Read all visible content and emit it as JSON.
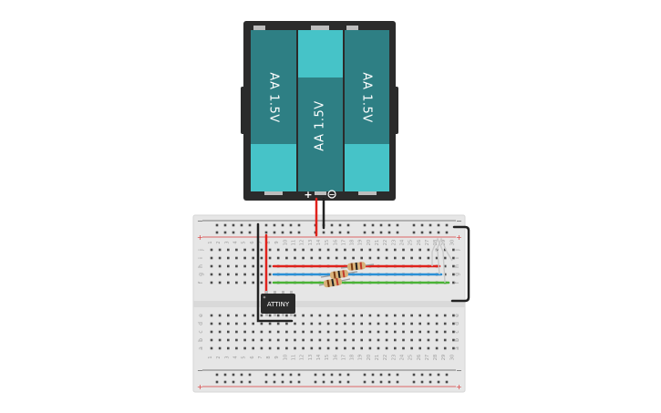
{
  "battery_pack": {
    "cells": [
      {
        "label": "AA 1.5V",
        "orientation": "up"
      },
      {
        "label": "AA 1.5V",
        "orientation": "down"
      },
      {
        "label": "AA 1.5V",
        "orientation": "up"
      }
    ],
    "positive_terminal": "+",
    "negative_terminal": "−",
    "colors": {
      "frame": "#2b2b2b",
      "cell_dark": "#2e7f84",
      "cell_light": "#46c3c8"
    }
  },
  "breadboard": {
    "column_numbers": [
      "1",
      "2",
      "3",
      "4",
      "5",
      "6",
      "7",
      "8",
      "9",
      "10",
      "11",
      "12",
      "13",
      "14",
      "15",
      "16",
      "17",
      "18",
      "19",
      "20",
      "21",
      "22",
      "23",
      "24",
      "25",
      "26",
      "27",
      "28",
      "29",
      "30"
    ],
    "row_letters_top": [
      "j",
      "i",
      "h",
      "g",
      "f"
    ],
    "row_letters_bottom": [
      "e",
      "d",
      "c",
      "b",
      "a"
    ],
    "rail_minus": "−",
    "rail_plus": "+",
    "colors": {
      "board": "#e6e6e6",
      "hole": "#4a4a4a",
      "rail_red": "#d93a3a",
      "rail_dark": "#555555"
    }
  },
  "chip": {
    "label": "ATTINY",
    "color": "#2a2a2a"
  },
  "wires": {
    "red": "#e0221c",
    "blue": "#2a8fd6",
    "green": "#4ab336",
    "black": "#222222"
  },
  "resistors": {
    "count": 3,
    "body_color": "#d8b27a"
  },
  "led": {
    "color": "#c9c9c9"
  }
}
